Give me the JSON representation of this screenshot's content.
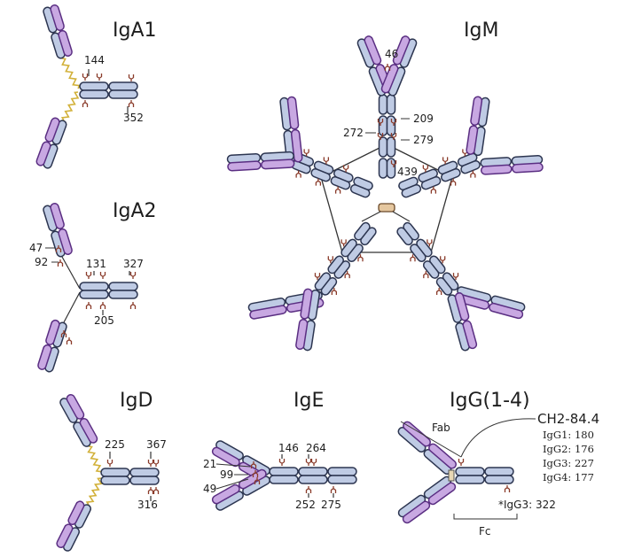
{
  "colors": {
    "heavy_chain_fill": "#bfcbe4",
    "light_chain_fill": "#c8a8e2",
    "heavy_chain_stroke": "#2c3550",
    "light_chain_stroke": "#5a2e82",
    "glycan_color": "#8a3b2a",
    "hinge_color": "#d2b13a",
    "j_chain_fill": "#e5c79f",
    "line_color": "#333333"
  },
  "panels": {
    "iga1": {
      "title": "IgA1",
      "sites": {
        "a": "144",
        "b": "352"
      }
    },
    "iga2": {
      "title": "IgA2",
      "sites": {
        "a": "47",
        "b": "92",
        "c": "131",
        "d": "327",
        "e": "205"
      }
    },
    "igm": {
      "title": "IgM",
      "sites": {
        "a": "46",
        "b": "209",
        "c": "272",
        "d": "279",
        "e": "439"
      }
    },
    "igd": {
      "title": "IgD",
      "sites": {
        "a": "225",
        "b": "367",
        "c": "316"
      }
    },
    "ige": {
      "title": "IgE",
      "sites": {
        "a": "146",
        "b": "264",
        "c": "21",
        "d": "99",
        "e": "49",
        "f": "252",
        "g": "275"
      }
    },
    "igg": {
      "title": "IgG(1-4)",
      "fab_label": "Fab",
      "fc_label": "Fc",
      "ch2_label": "CH2-84.4",
      "subclass_sites": [
        "IgG1: 180",
        "IgG2: 176",
        "IgG3: 227",
        "IgG4: 177"
      ],
      "igg3_note": "*IgG3: 322"
    }
  }
}
